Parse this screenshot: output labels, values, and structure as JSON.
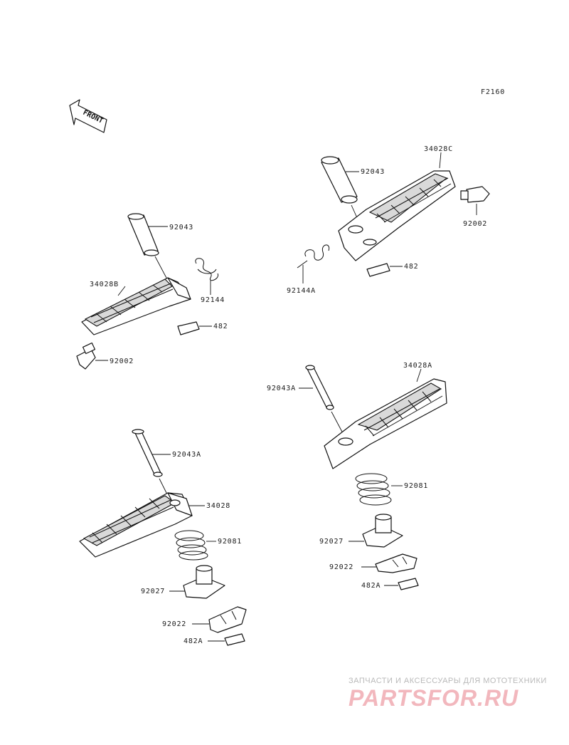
{
  "figure_code": "F2160",
  "front_label": "FRONT",
  "colors": {
    "ink": "#111111",
    "shade": "#d9d9d9",
    "watermark_text": "#b9b9b9",
    "watermark_logo": "#f2b7bd"
  },
  "groups": {
    "rear_left": {
      "pin": "92043",
      "spring": "92144",
      "footpeg": "34028B",
      "clip": "482",
      "bolt": "92002"
    },
    "rear_right": {
      "footpeg": "34028C",
      "pin": "92043",
      "bolt": "92002",
      "spring": "92144A",
      "clip": "482"
    },
    "front_left": {
      "pin": "92043A",
      "footpeg": "34028",
      "spring": "92081",
      "bracket": "92027",
      "stopper": "92022",
      "clip": "482A"
    },
    "front_right": {
      "footpeg": "34028A",
      "pin": "92043A",
      "spring": "92081",
      "bracket": "92027",
      "stopper": "92022",
      "clip": "482A"
    }
  },
  "watermark": {
    "caption": "ЗАПЧАСТИ И АКСЕССУАРЫ ДЛЯ МОТОТЕХНИКИ",
    "logo": "PARTSFOR.RU"
  }
}
